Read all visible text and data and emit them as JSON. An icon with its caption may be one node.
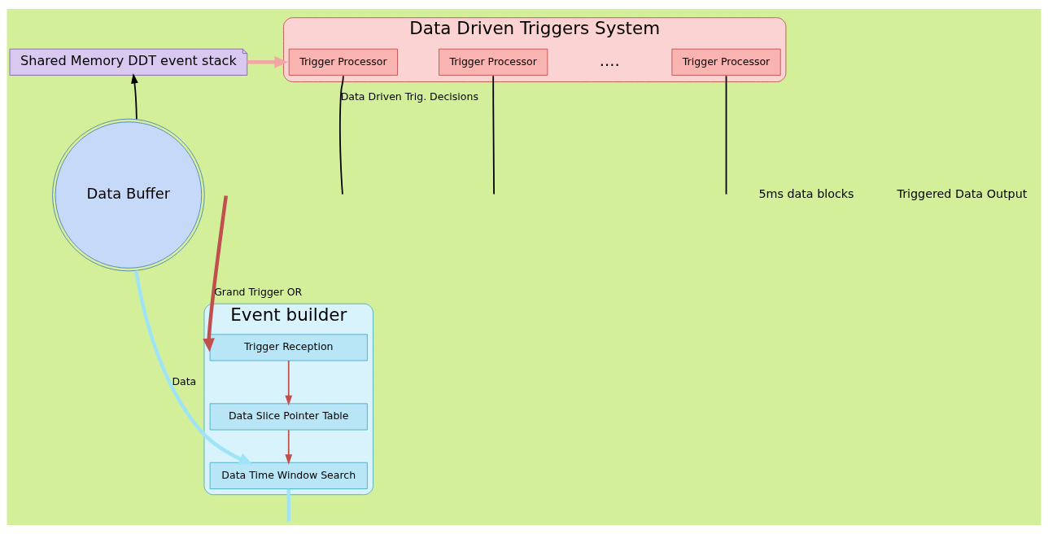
{
  "diagram": {
    "nodes": [
      {
        "text": [
          "Shared Memory DDT event stack"
        ]
      },
      {
        "text": [
          "Data Driven Triggers System"
        ]
      },
      {
        "text": [
          "Trigger Processor"
        ],
        "in": 1
      },
      {
        "text": [
          "Trigger Processor"
        ],
        "in": 1
      },
      {
        "text": [
          "Trigger Processor"
        ],
        "in": 1
      },
      {
        "text": [
          "Data Buffer"
        ]
      },
      {
        "text": [
          "Event builder"
        ]
      },
      {
        "text": [
          "Trigger Reception"
        ],
        "in": 6
      },
      {
        "text": [
          "Data Slice Pointer Table"
        ],
        "in": 6
      },
      {
        "text": [
          "Data Time Window Search"
        ],
        "in": 6
      }
    ],
    "edges": [
      {
        "from": 5,
        "to": 0,
        "arrow": "to"
      },
      {
        "from": 0,
        "to": 1,
        "arrow": "to",
        "style": "thick",
        "color": "#f4a6a6"
      },
      {
        "from": 2,
        "to": null,
        "arrow": "none",
        "label": "Data Driven Trig. Decisions"
      },
      {
        "from": 3,
        "to": null,
        "arrow": "none"
      },
      {
        "from": 4,
        "to": null,
        "arrow": "none"
      },
      {
        "from": null,
        "to": 7,
        "arrow": "to",
        "label": "Grand Trigger OR",
        "style": "thick",
        "color": "#c0504d"
      },
      {
        "from": 5,
        "to": 9,
        "arrow": "to",
        "label": "Data",
        "style": "thick",
        "color": "#9fe3f7"
      },
      {
        "from": 7,
        "to": 8,
        "arrow": "to",
        "color": "#c0504d"
      },
      {
        "from": 8,
        "to": 9,
        "arrow": "to",
        "color": "#c0504d"
      },
      {
        "from": 9,
        "to": null,
        "arrow": "none",
        "style": "thick",
        "color": "#9fe3f7"
      }
    ],
    "labels": [
      "5ms data blocks",
      "....",
      "Triggered Data Output"
    ]
  }
}
